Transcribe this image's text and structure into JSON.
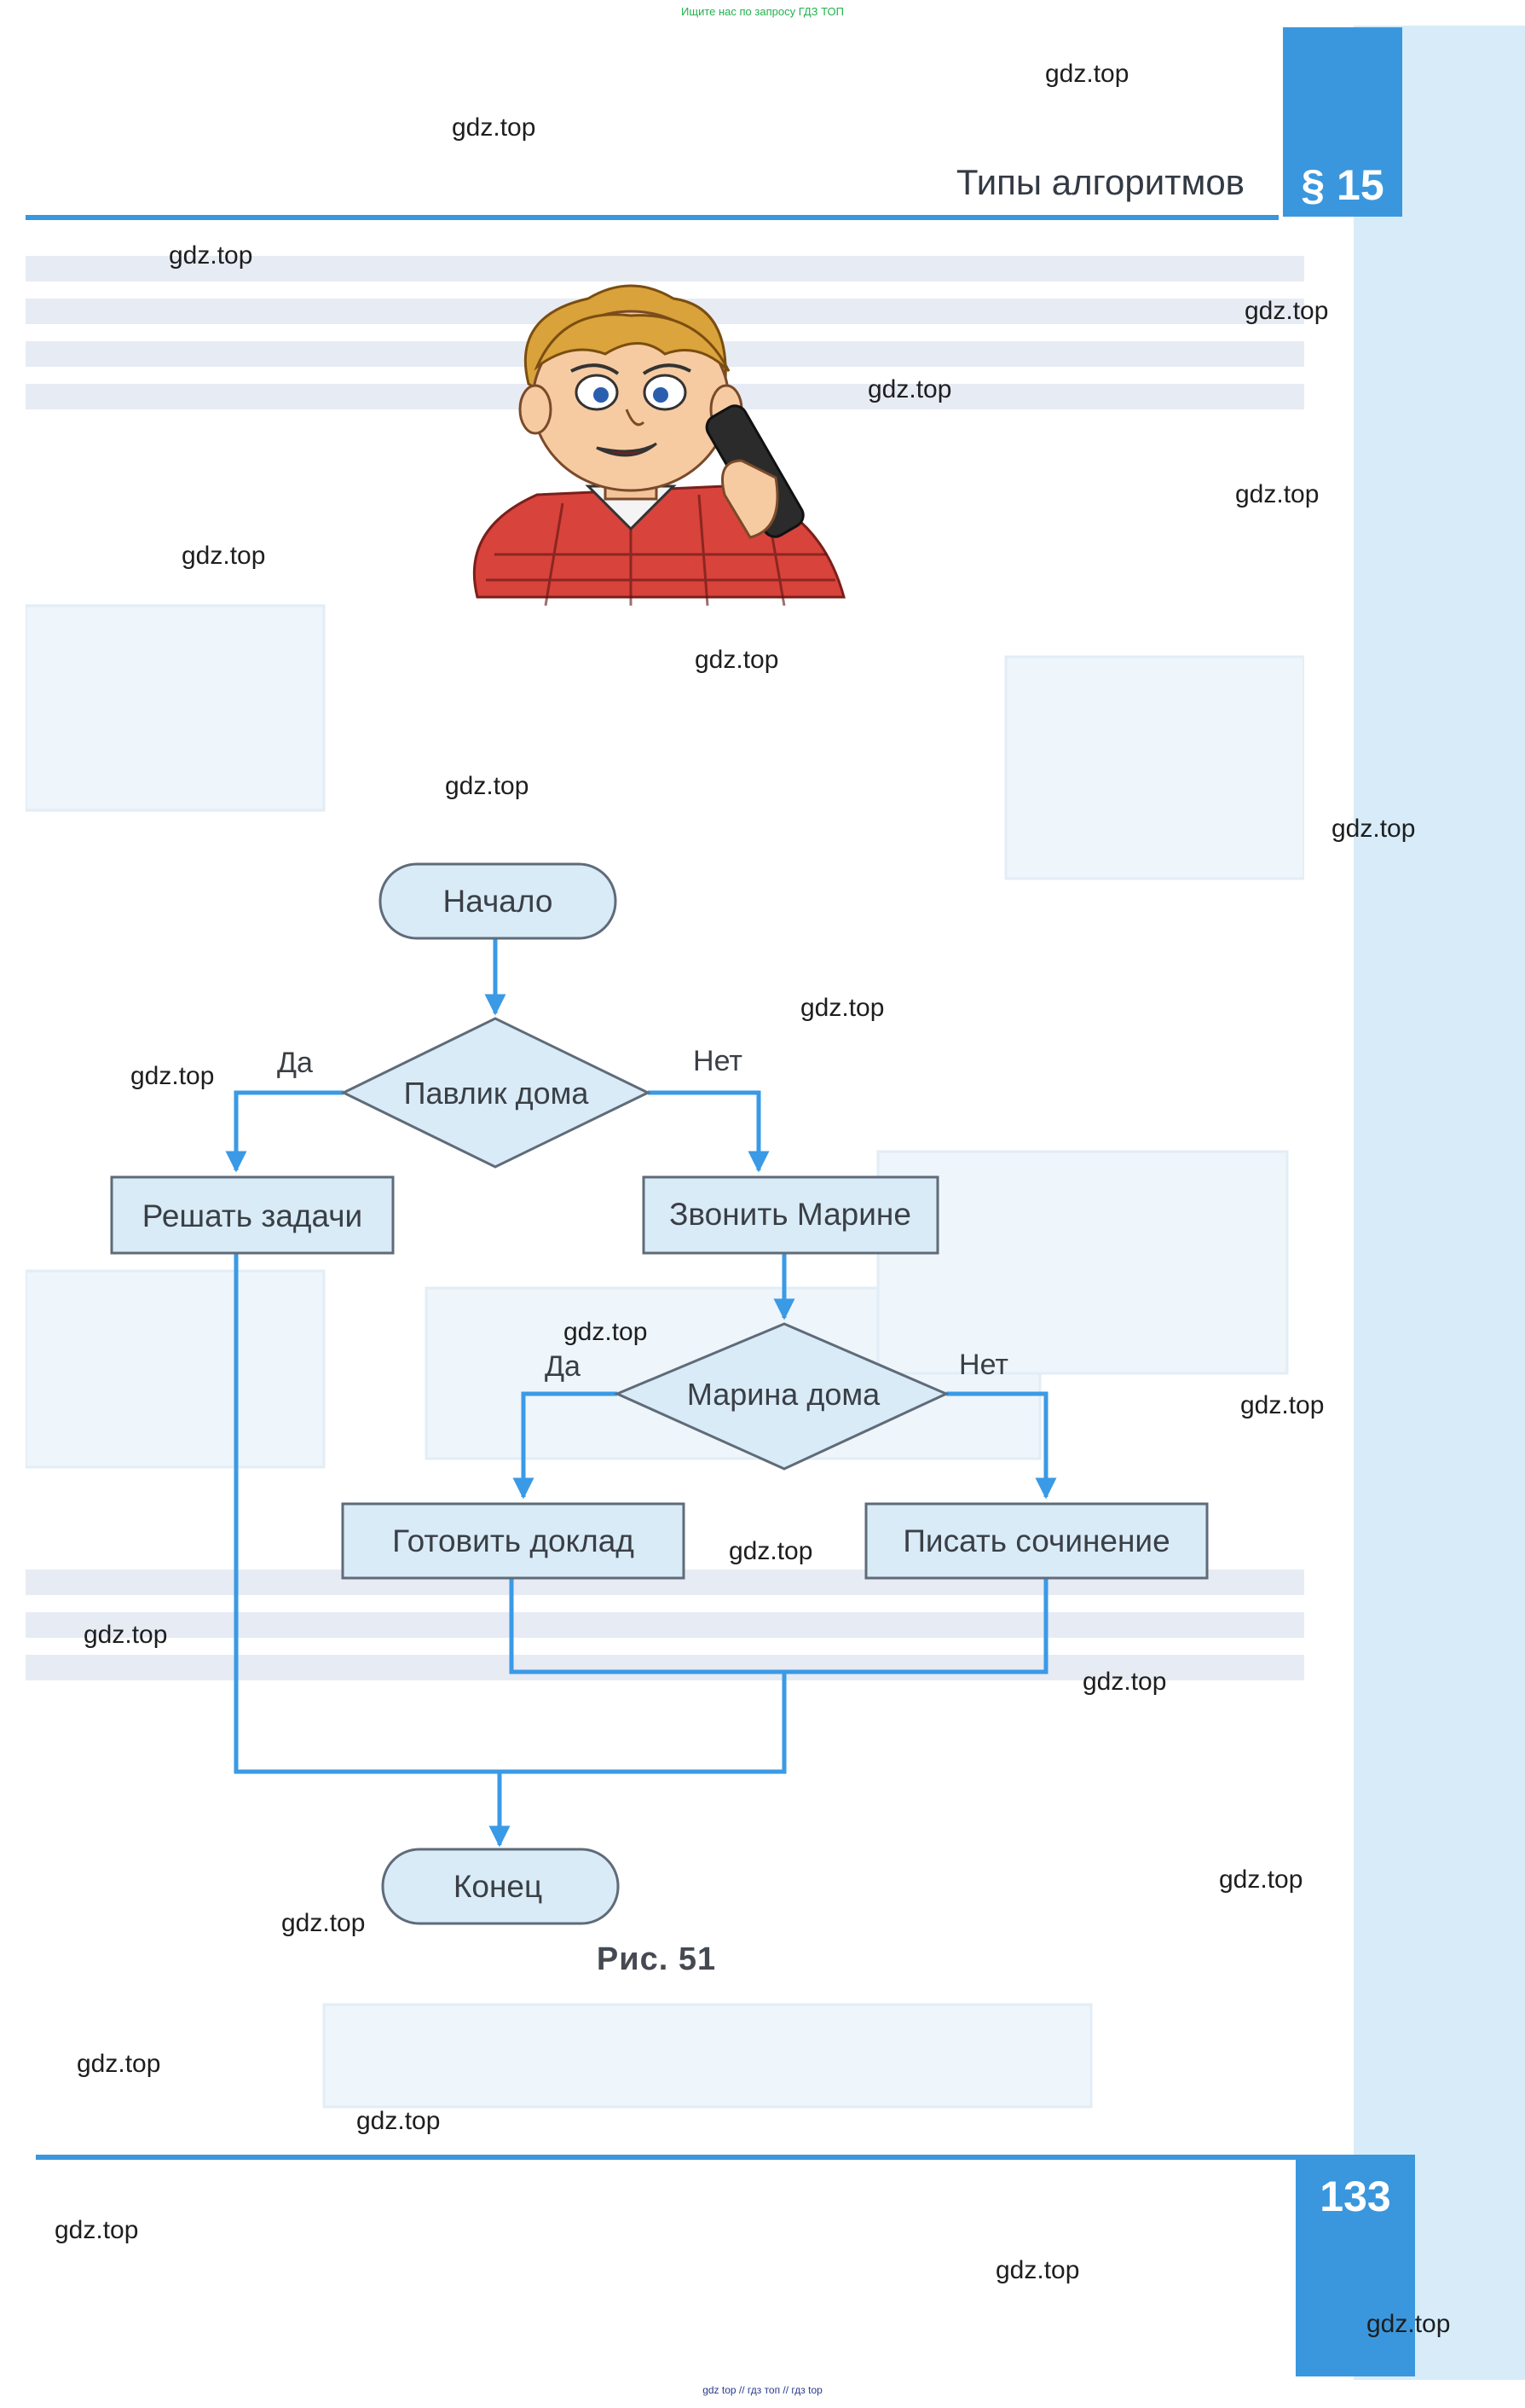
{
  "top_note": "Ищите нас по запросу ГДЗ ТОП",
  "bottom_note": "gdz top  //  гдз топ  //  гдз top",
  "header": {
    "title": "Типы алгоритмов",
    "section": "§ 15"
  },
  "page_number": "133",
  "flowchart": {
    "start": "Начало",
    "decision1": "Павлик дома",
    "yes1": "Да",
    "no1": "Нет",
    "action_yes1": "Решать задачи",
    "action_no1": "Звонить Марине",
    "decision2": "Марина дома",
    "yes2": "Да",
    "no2": "Нет",
    "action_yes2": "Готовить доклад",
    "action_no2": "Писать сочинение",
    "end": "Конец"
  },
  "figure_caption": "Рис.  51",
  "watermark": "gdz.top",
  "colors": {
    "accent_blue": "#3a97dd",
    "shape_fill": "#d9ebf7",
    "shape_stroke": "#5f6b78",
    "arrow_blue": "#3a9ae6"
  }
}
